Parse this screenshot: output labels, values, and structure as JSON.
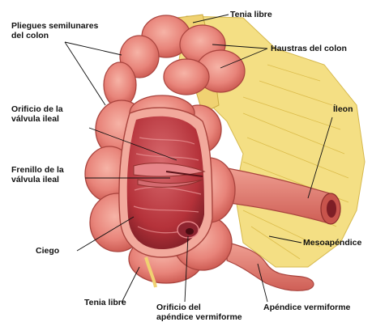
{
  "labels": {
    "pliegues": {
      "line1": "Pliegues semilunares",
      "line2": "del colon"
    },
    "tenia_libre_top": "Tenia libre",
    "haustras": "Haustras del colon",
    "orificio_valvula": {
      "line1": "Orificio de la",
      "line2": "válvula ileal"
    },
    "ileon": "Íleon",
    "frenillo": {
      "line1": "Frenillo de la",
      "line2": "válvula ileal"
    },
    "ciego": "Ciego",
    "mesoapendice": "Mesoapéndice",
    "tenia_libre_bottom": "Tenia libre",
    "orificio_apendice": {
      "line1": "Orificio del",
      "line2": "apéndice vermiforme"
    },
    "apendice": "Apéndice vermiforme"
  },
  "colors": {
    "tissue": "#e8847a",
    "tissue_dark": "#c8544c",
    "lumen": "#b5323a",
    "fat": "#f4df84",
    "leader": "#111111"
  }
}
